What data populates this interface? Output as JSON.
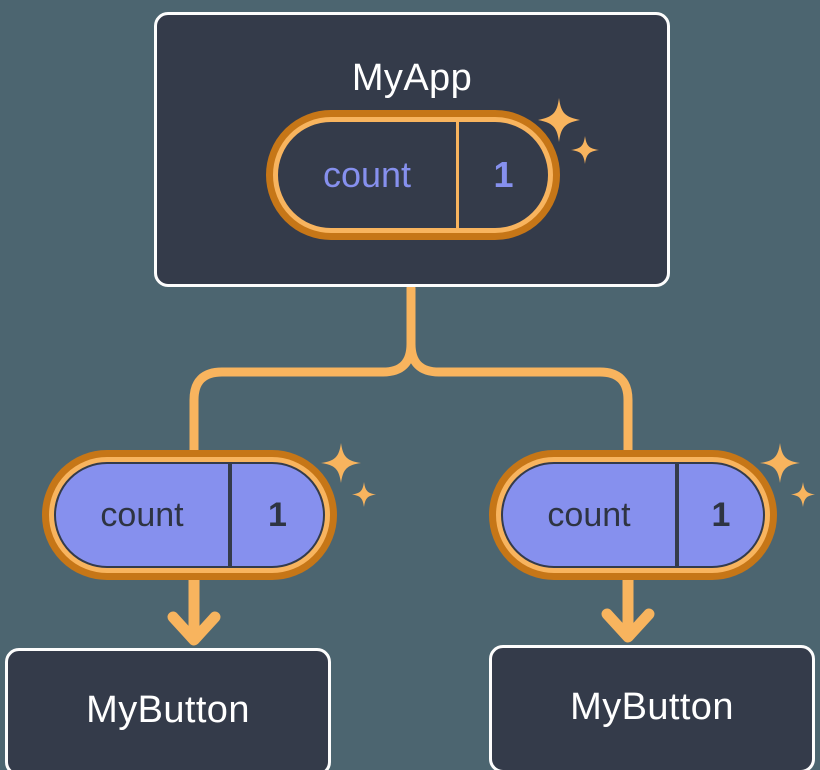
{
  "diagram": {
    "title_text": "MyApp",
    "colors": {
      "background": "#4c6570",
      "card_fill": "#343b4a",
      "card_border": "#fdfdfd",
      "accent_orange_light": "#f8b45e",
      "accent_orange_dark": "#c67617",
      "state_purple": "#8690ee",
      "text_light": "#ffffff",
      "text_dark": "#2e3442"
    },
    "root": {
      "name": "MyApp",
      "state": {
        "key": "count",
        "value": "1",
        "style": "dark"
      }
    },
    "children": [
      {
        "name": "MyButton",
        "state": {
          "key": "count",
          "value": "1",
          "style": "filled"
        }
      },
      {
        "name": "MyButton",
        "state": {
          "key": "count",
          "value": "1",
          "style": "filled"
        }
      }
    ],
    "icons": {
      "sparkle_large": "sparkle-four-point-large",
      "sparkle_small": "sparkle-four-point-small",
      "arrow_down": "arrow-down-icon",
      "branch_connector": "branch-connector-icon"
    }
  }
}
